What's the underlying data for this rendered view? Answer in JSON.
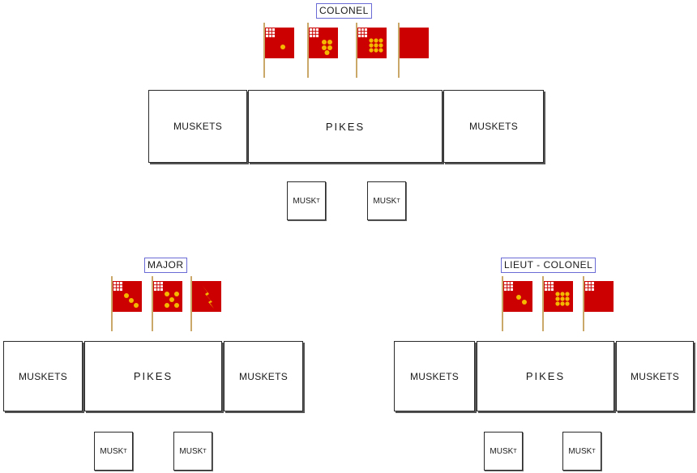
{
  "colonel": {
    "label": "COLONEL",
    "left": "MUSKETS",
    "center": "PIKES",
    "right": "MUSKETS",
    "musk1": "MUSK",
    "musk1_sup": "T",
    "musk2": "MUSK",
    "musk2_sup": "T"
  },
  "major": {
    "label": "MAJOR",
    "left": "MUSKETS",
    "center": "PIKES",
    "right": "MUSKETS",
    "musk1": "MUSK",
    "musk1_sup": "T",
    "musk2": "MUSK",
    "musk2_sup": "T"
  },
  "lieut_colonel": {
    "label": "LIEUT - COLONEL",
    "left": "MUSKETS",
    "center": "PIKES",
    "right": "MUSKETS",
    "musk1": "MUSK",
    "musk1_sup": "T",
    "musk2": "MUSK",
    "musk2_sup": "T"
  },
  "colors": {
    "flag_red": "#cc0000",
    "charge_gold": "#f5b800",
    "canton": "#ffffff",
    "label_border": "#6b6bd6"
  }
}
